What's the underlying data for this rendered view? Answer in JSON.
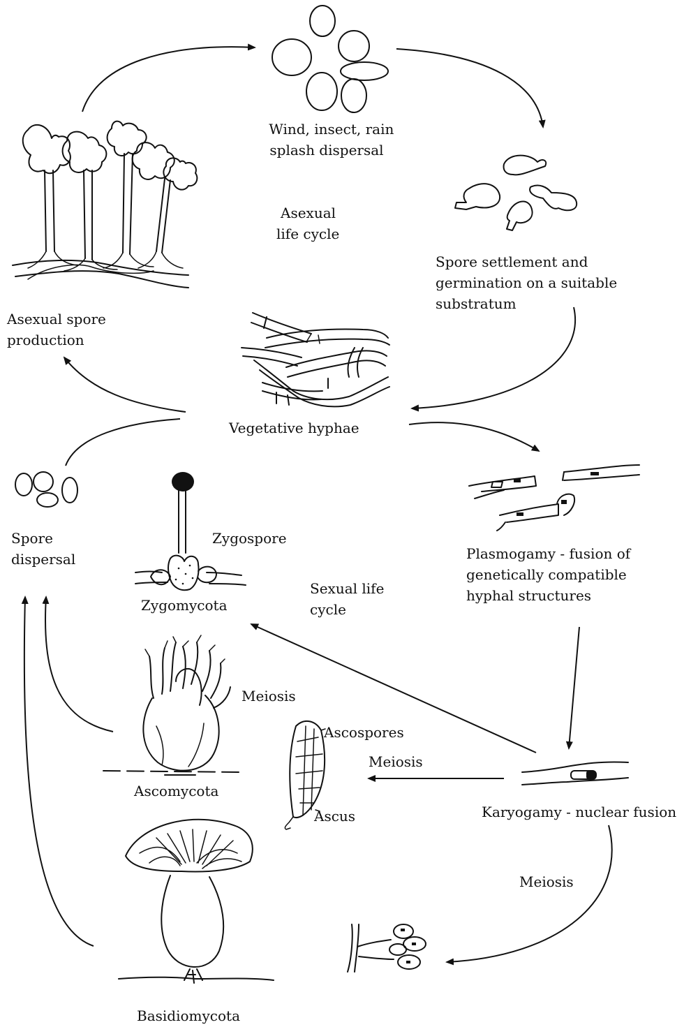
{
  "labels": {
    "dispersal": [
      "Wind, insect, rain",
      "splash dispersal"
    ],
    "asexual_cycle": [
      "Asexual",
      "life cycle"
    ],
    "settlement": [
      "Spore settlement and",
      "germination on a suitable",
      "substratum"
    ],
    "asexual_production": [
      "Asexual spore",
      "production"
    ],
    "vegetative": [
      "Vegetative hyphae"
    ],
    "spore_dispersal": [
      "Spore",
      "dispersal"
    ],
    "zygospore": [
      "Zygospore"
    ],
    "zygomycota": [
      "Zygomycota"
    ],
    "sexual_cycle": [
      "Sexual life",
      "cycle"
    ],
    "plasmogamy": [
      "Plasmogamy - fusion of",
      "genetically compatible",
      "hyphal structures"
    ],
    "meiosis_asco": [
      "Meiosis"
    ],
    "ascospores": [
      "Ascospores"
    ],
    "meiosis_ascus": [
      "Meiosis"
    ],
    "ascomycota": [
      "Ascomycota"
    ],
    "ascus": [
      "Ascus"
    ],
    "karyogamy": [
      "Karyogamy - nuclear fusion"
    ],
    "meiosis_basidio": [
      "Meiosis"
    ],
    "basidiomycota": [
      "Basidiomycota"
    ]
  },
  "colors": {
    "ink": "#111111",
    "background": "#ffffff"
  }
}
